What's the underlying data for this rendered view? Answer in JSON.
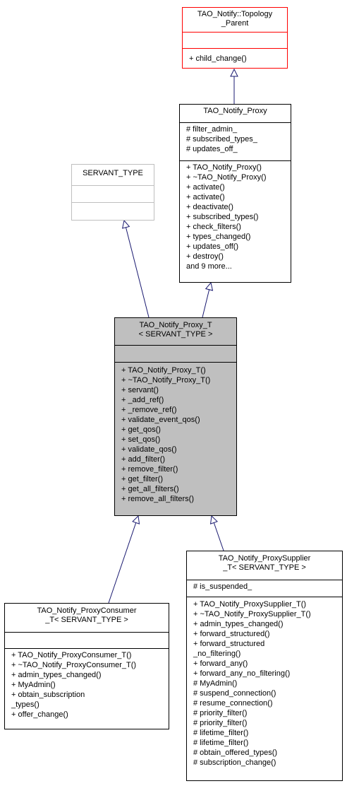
{
  "diagram": {
    "classes": {
      "topology_parent": {
        "title": [
          "TAO_Notify::Topology",
          "_Parent"
        ],
        "attributes": [],
        "operations": [
          "+ child_change()"
        ]
      },
      "notify_proxy": {
        "title": [
          "TAO_Notify_Proxy"
        ],
        "attributes": [
          "# filter_admin_",
          "# subscribed_types_",
          "# updates_off_"
        ],
        "operations": [
          "+ TAO_Notify_Proxy()",
          "+ ~TAO_Notify_Proxy()",
          "+ activate()",
          "+ activate()",
          "+ deactivate()",
          "+ subscribed_types()",
          "+ check_filters()",
          "+ types_changed()",
          "+ updates_off()",
          "+ destroy()",
          "and 9 more..."
        ]
      },
      "servant_type": {
        "title": [
          "SERVANT_TYPE"
        ],
        "attributes": [],
        "operations": []
      },
      "notify_proxy_t": {
        "title": [
          "TAO_Notify_Proxy_T",
          "< SERVANT_TYPE >"
        ],
        "attributes": [],
        "operations": [
          "+ TAO_Notify_Proxy_T()",
          "+ ~TAO_Notify_Proxy_T()",
          "+ servant()",
          "+ _add_ref()",
          "+ _remove_ref()",
          "+ validate_event_qos()",
          "+ get_qos()",
          "+ set_qos()",
          "+ validate_qos()",
          "+ add_filter()",
          "+ remove_filter()",
          "+ get_filter()",
          "+ get_all_filters()",
          "+ remove_all_filters()"
        ]
      },
      "proxy_consumer_t": {
        "title": [
          "TAO_Notify_ProxyConsumer",
          "_T< SERVANT_TYPE >"
        ],
        "attributes": [],
        "operations": [
          "+ TAO_Notify_ProxyConsumer_T()",
          "+ ~TAO_Notify_ProxyConsumer_T()",
          "+ admin_types_changed()",
          "+ MyAdmin()",
          "+ obtain_subscription",
          "_types()",
          "+ offer_change()"
        ]
      },
      "proxy_supplier_t": {
        "title": [
          "TAO_Notify_ProxySupplier",
          "_T< SERVANT_TYPE >"
        ],
        "attributes": [
          "# is_suspended_"
        ],
        "operations": [
          "+ TAO_Notify_ProxySupplier_T()",
          "+ ~TAO_Notify_ProxySupplier_T()",
          "+ admin_types_changed()",
          "+ forward_structured()",
          "+ forward_structured",
          "_no_filtering()",
          "+ forward_any()",
          "+ forward_any_no_filtering()",
          "# MyAdmin()",
          "# suspend_connection()",
          "# resume_connection()",
          "# priority_filter()",
          "# priority_filter()",
          "# lifetime_filter()",
          "# lifetime_filter()",
          "# obtain_offered_types()",
          "# subscription_change()"
        ]
      }
    },
    "colors": {
      "edge": "#191970",
      "highlight_fill": "#bfbfbf",
      "parent_border": "#ff0000",
      "external_border": "#bfbfbf"
    }
  }
}
